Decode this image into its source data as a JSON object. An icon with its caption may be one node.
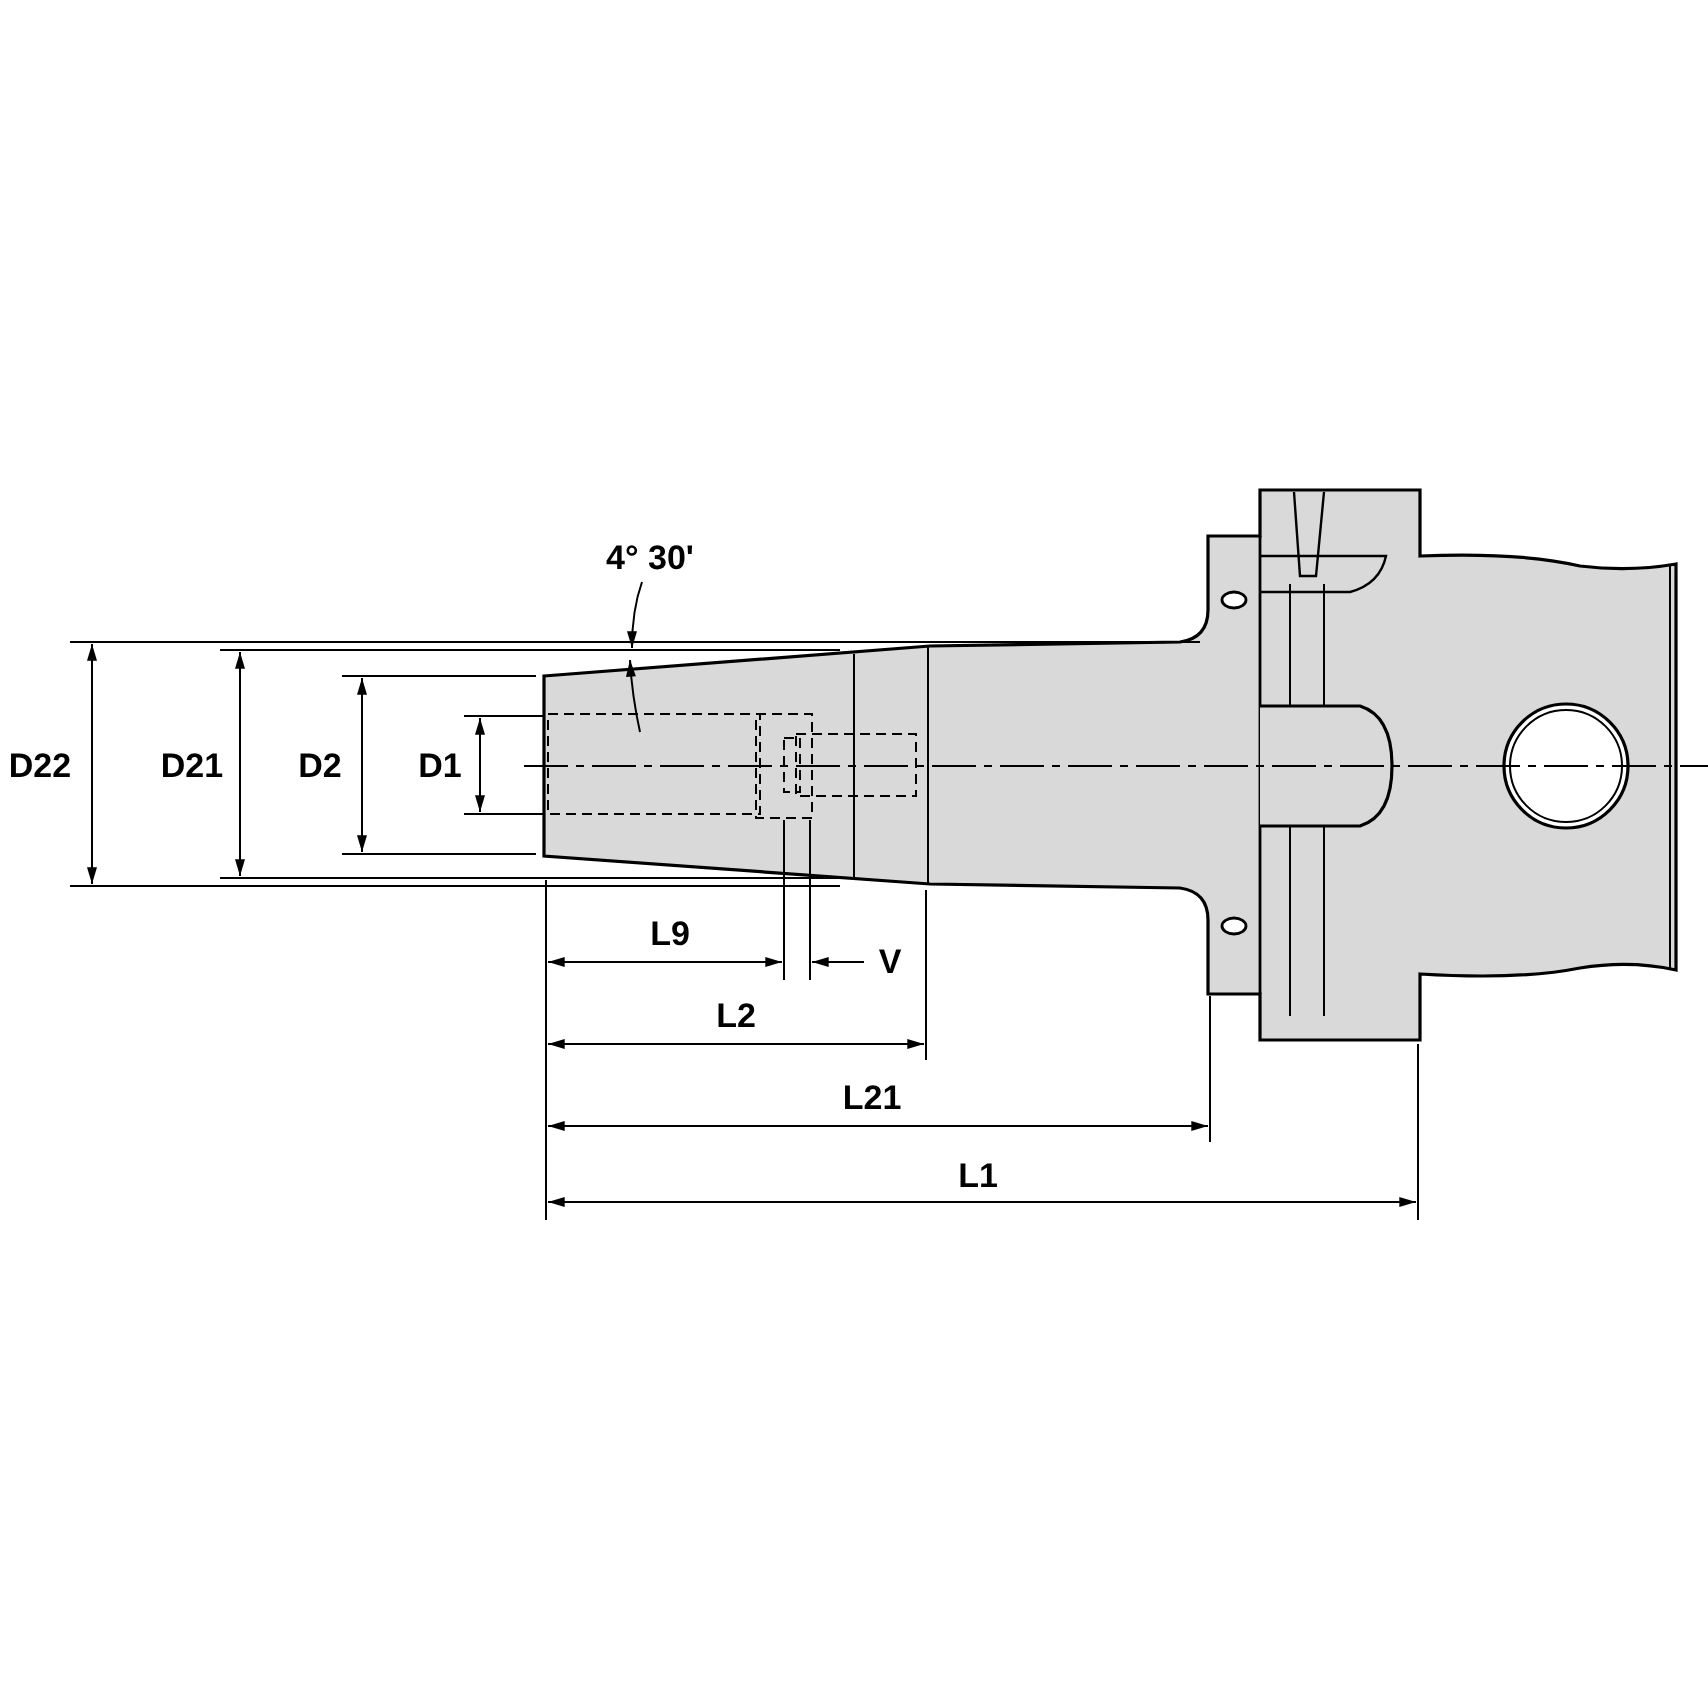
{
  "diagram": {
    "labels": [
      "4° 30'",
      "D22",
      "D21",
      "D2",
      "D1",
      "L9",
      "V",
      "L2",
      "L21",
      "L1"
    ]
  }
}
